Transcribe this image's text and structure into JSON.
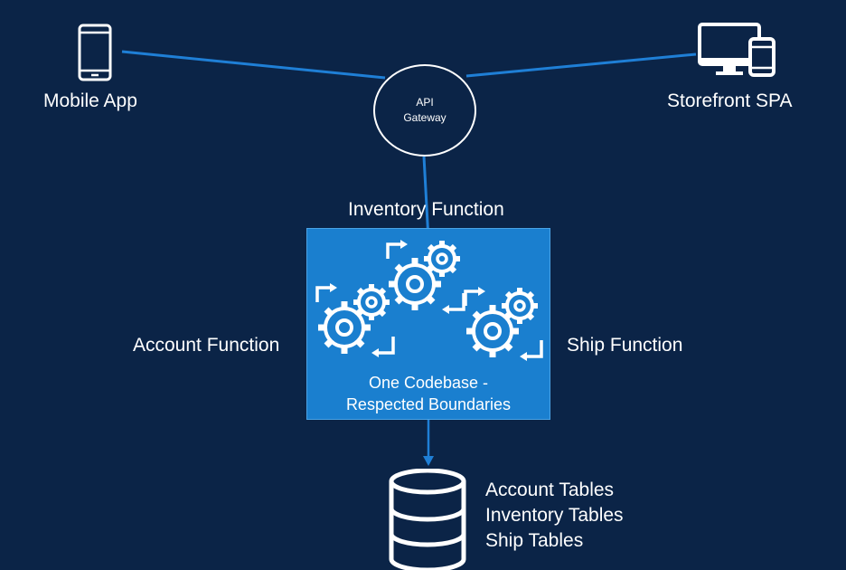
{
  "clients": {
    "mobile": {
      "label": "Mobile App",
      "icon": "mobile-phone-icon"
    },
    "storefront": {
      "label": "Storefront SPA",
      "icon": "desktop-devices-icon"
    }
  },
  "gateway": {
    "line1": "API",
    "line2": "Gateway"
  },
  "functions": {
    "inventory": "Inventory Function",
    "account": "Account Function",
    "ship": "Ship Function"
  },
  "codebase": {
    "line1": "One Codebase -",
    "line2": "Respected Boundaries",
    "icon": "gears-cycle-icon"
  },
  "database": {
    "icon": "database-icon",
    "tables": [
      "Account Tables",
      "Inventory Tables",
      "Ship Tables"
    ]
  },
  "colors": {
    "background": "#0b2447",
    "connector": "#1f7fd6",
    "box": "#1a7fcf",
    "text": "#ffffff"
  }
}
